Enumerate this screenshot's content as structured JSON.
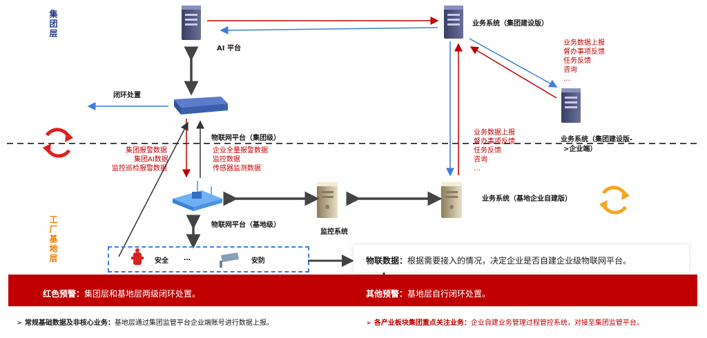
{
  "layers": {
    "group_layer": "集团层",
    "factory_layer": "工厂基地层"
  },
  "nodes": {
    "ai_platform": "AI 平台",
    "biz_group": "业务系统（集团建设版）",
    "biz_group_enterprise_line1": "业务系统（集团建设版-",
    "biz_group_enterprise_line2": ">企业端）",
    "iot_group": "物联网平台（集团级）",
    "iot_base": "物联网平台（基地级）",
    "monitor_system": "监控系统",
    "biz_base": "业务系统（基地企业自建版）",
    "safety": "安全",
    "ellipsis": "…",
    "security": "安防"
  },
  "labels": {
    "closed_loop": "闭环处置",
    "biz_report_1": [
      "业务数据上报",
      "督办事项反馈",
      "任务反馈",
      "咨询",
      "…"
    ],
    "biz_report_2": [
      "业务数据上报",
      "督办事项反馈",
      "任务反馈",
      "咨询",
      "…"
    ],
    "group_data": [
      "集团报警数据",
      "集团AI数据",
      "监控巡检报警数据"
    ],
    "enterprise_data": [
      "企业全量报警数据",
      "监控数据",
      "传感器监测数据"
    ]
  },
  "note": {
    "title": "物联数据：",
    "text": "根据需要接入的情况，决定企业是否自建企业级物联网平台。"
  },
  "bar": {
    "left_title": "红色预警：",
    "left_text": "集团层和基地层两级闭环处置。",
    "right_title": "其他预警：",
    "right_text": "基地层自行闭环处置。"
  },
  "footer": {
    "left_title": "常规基础数据及非核心业务：",
    "left_text": "基地层通过集团监管平台企业端账号进行数据上报。",
    "right_title": "各产业板块集团重点关注业务：",
    "right_text": "企业自建业务管理过程管控系统，对接至集团监管平台。"
  },
  "colors": {
    "red": "#c00000",
    "blue": "#3b7ddd",
    "orange": "#f07c00",
    "navy": "#1f3a8a"
  }
}
